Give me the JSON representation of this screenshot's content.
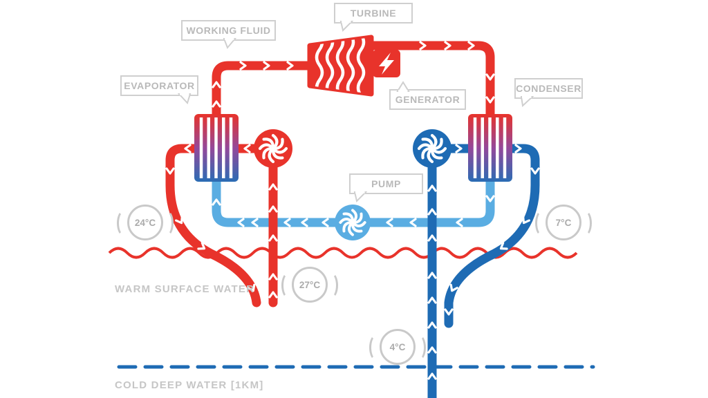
{
  "diagram": {
    "callouts": {
      "turbine": "TURBINE",
      "working_fluid": "WORKING FLUID",
      "evaporator": "EVAPORATOR",
      "generator": "GENERATOR",
      "condenser": "CONDENSER",
      "pump": "PUMP"
    },
    "temperatures": {
      "warm_out": "24°C",
      "warm_in": "27°C",
      "cold_out": "7°C",
      "cold_in": "4°C"
    },
    "zones": {
      "warm": "WARM SURFACE WATER",
      "cold": "COLD DEEP WATER [1KM]"
    },
    "colors": {
      "hot_red": "#e8332b",
      "cold_dark_blue": "#1e6bb4",
      "working_fluid_light_blue": "#5aade2",
      "label_gray": "#c9c9c9"
    }
  }
}
